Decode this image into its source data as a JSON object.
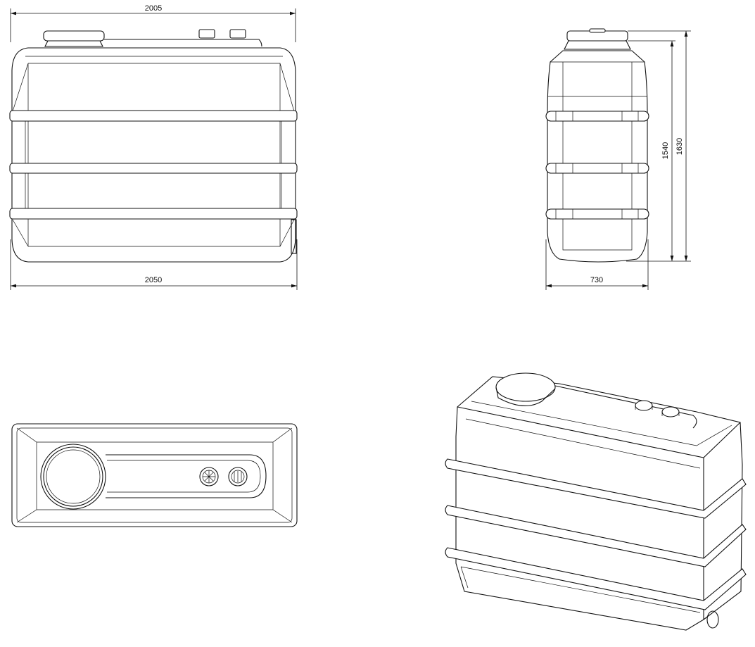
{
  "dimensions": {
    "front_top_width": "2005",
    "front_bottom_width": "2050",
    "side_height_inner": "1540",
    "side_height_total": "1630",
    "side_width": "730"
  }
}
